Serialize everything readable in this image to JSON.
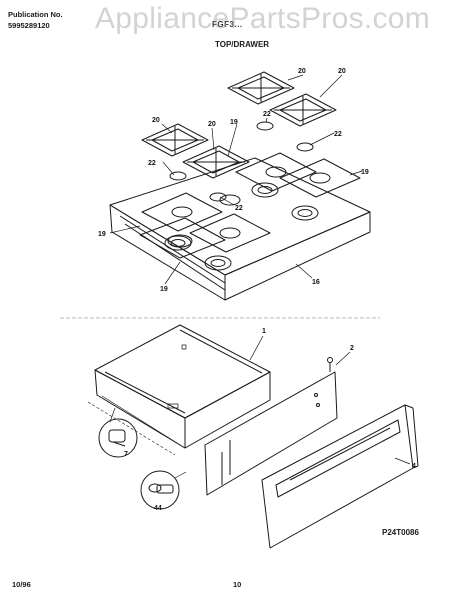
{
  "header": {
    "publication_label": "Publication No.",
    "publication_number": "5995289120",
    "model": "FGF3...",
    "section_title": "TOP/DRAWER"
  },
  "watermark": "AppliancePartsPros.com",
  "footer": {
    "date": "10/96",
    "page": "10"
  },
  "diagram_code": "P24T0086",
  "callouts": {
    "grate_a": "20",
    "grate_b": "20",
    "grate_c": "20",
    "grate_d": "20",
    "cap_a": "22",
    "cap_b": "22",
    "cap_c": "22",
    "cap_d": "22",
    "pan_a": "19",
    "pan_b": "19",
    "pan_c": "19",
    "pan_d": "19",
    "cooktop": "16",
    "drawer_body": "1",
    "drawer_back": "2",
    "drawer_front": "4",
    "roller": "7",
    "knob": "44"
  }
}
